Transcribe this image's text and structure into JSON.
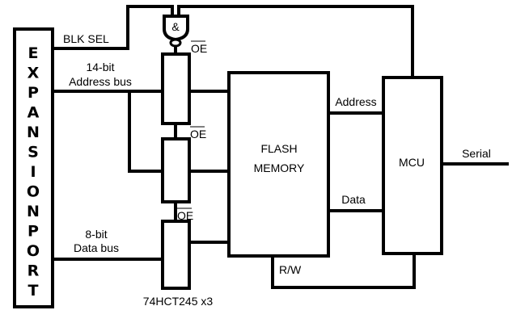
{
  "expansion_port": {
    "letters": [
      "E",
      "X",
      "P",
      "A",
      "N",
      "S",
      "I",
      "O",
      "N",
      "P",
      "O",
      "R",
      "T"
    ]
  },
  "labels": {
    "blk_sel": "BLK SEL",
    "address_bus_line1": "14-bit",
    "address_bus_line2": "Address bus",
    "data_bus_line1": "8-bit",
    "data_bus_line2": "Data bus",
    "oe_1": "OE",
    "oe_2": "OE",
    "oe_3": "OE",
    "and_gate": "&",
    "buffers": "74HCT245 x3",
    "flash_line1": "FLASH",
    "flash_line2": "MEMORY",
    "mcu": "MCU",
    "address": "Address",
    "data": "Data",
    "rw": "R/W",
    "serial": "Serial"
  }
}
